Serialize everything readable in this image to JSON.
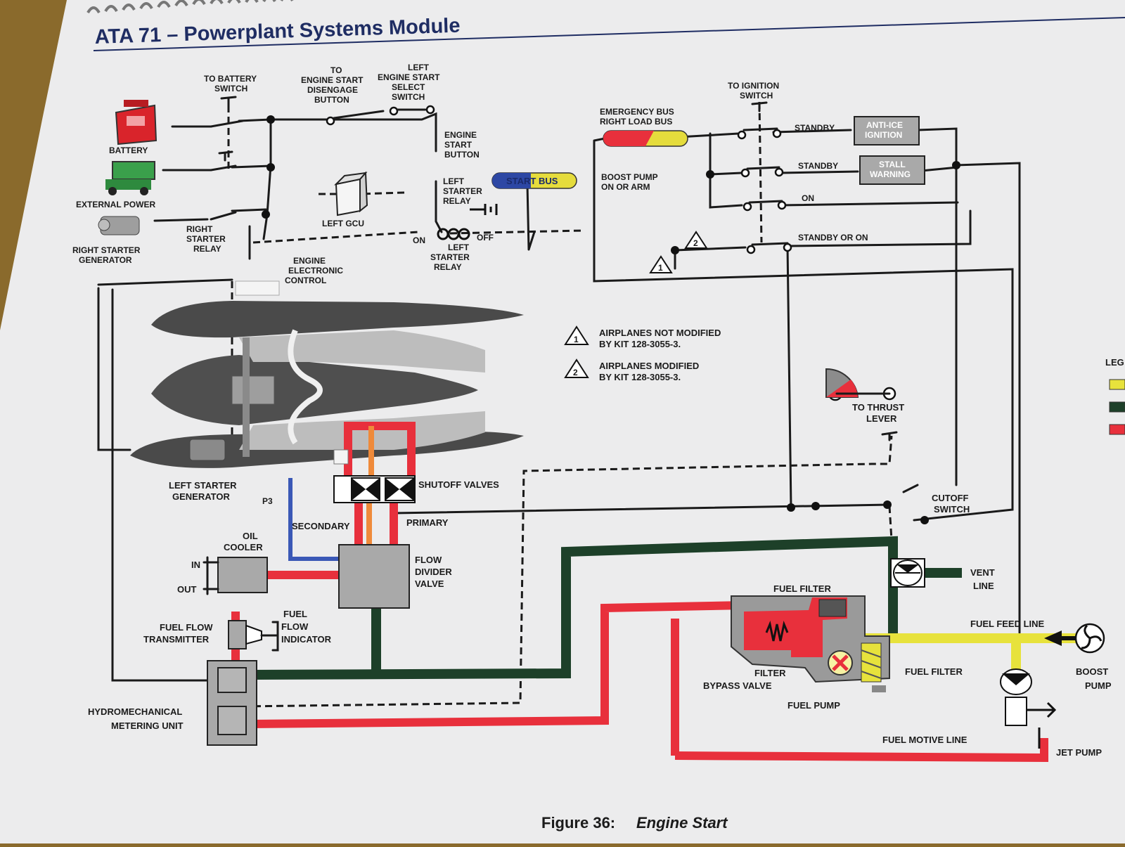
{
  "header": {
    "title": "ATA 71 – Powerplant Systems Module"
  },
  "labels": {
    "to_battery_switch": [
      "TO BATTERY",
      "SWITCH"
    ],
    "to_engine_start_disengage": [
      "TO",
      "ENGINE START",
      "DISENGAGE",
      "BUTTON"
    ],
    "left_engine_start_select": [
      "LEFT",
      "ENGINE START",
      "SELECT",
      "SWITCH"
    ],
    "to_ignition_switch": [
      "TO IGNITION",
      "SWITCH"
    ],
    "battery": "BATTERY",
    "external_power": "EXTERNAL POWER",
    "right_starter_generator": [
      "RIGHT STARTER",
      "GENERATOR"
    ],
    "right_starter_relay": [
      "RIGHT",
      "STARTER",
      "RELAY"
    ],
    "left_gcu": "LEFT GCU",
    "engine_start_button": [
      "ENGINE",
      "START",
      "BUTTON"
    ],
    "left_starter_relay_top": [
      "LEFT",
      "STARTER",
      "RELAY"
    ],
    "left_starter_relay_bottom": [
      "LEFT",
      "STARTER",
      "RELAY"
    ],
    "on": "ON",
    "off": "OFF",
    "start_bus": "START BUS",
    "emergency_bus": [
      "EMERGENCY BUS",
      "RIGHT LOAD BUS"
    ],
    "boost_pump": [
      "BOOST PUMP",
      "ON OR ARM"
    ],
    "standby_1": "STANDBY",
    "standby_2": "STANDBY",
    "on_switch": "ON",
    "standby_or_on": "STANDBY OR ON",
    "anti_ice": [
      "ANTI-ICE",
      "IGNITION"
    ],
    "stall_warning": [
      "STALL",
      "WARNING"
    ],
    "engine_electronic_control": [
      "ENGINE",
      "ELECTRONIC",
      "CONTROL"
    ],
    "note1_symbol": "1",
    "note2_symbol": "2",
    "note1": [
      "AIRPLANES NOT MODIFIED",
      "BY KIT 128-3055-3."
    ],
    "note2": [
      "AIRPLANES MODIFIED",
      "BY KIT 128-3055-3."
    ],
    "to_thrust_lever": [
      "TO THRUST",
      "LEVER"
    ],
    "left_starter_generator": [
      "LEFT STARTER",
      "GENERATOR"
    ],
    "p3": "P3",
    "shutoff_valves": "SHUTOFF VALVES",
    "secondary": "SECONDARY",
    "primary": "PRIMARY",
    "cutoff_switch": [
      "CUTOFF",
      "SWITCH"
    ],
    "oil_cooler": [
      "OIL",
      "COOLER"
    ],
    "in": "IN",
    "out": "OUT",
    "flow_divider_valve": [
      "FLOW",
      "DIVIDER",
      "VALVE"
    ],
    "vent_line": [
      "VENT",
      "LINE"
    ],
    "fuel_filter_top": "FUEL FILTER",
    "fuel_flow_transmitter": [
      "FUEL FLOW",
      "TRANSMITTER"
    ],
    "fuel_flow_indicator": [
      "FUEL",
      "FLOW",
      "INDICATOR"
    ],
    "fuel_feed_line": "FUEL FEED LINE",
    "filter_bypass_valve": [
      "FILTER",
      "BYPASS VALVE"
    ],
    "fuel_filter_right": "FUEL FILTER",
    "fuel_pump": "FUEL PUMP",
    "boost_pump_label": [
      "BOOST",
      "PUMP"
    ],
    "hydromechanical": [
      "HYDROMECHANICAL",
      "METERING UNIT"
    ],
    "fuel_motive_line": "FUEL MOTIVE LINE",
    "jet_pump": "JET PUMP",
    "legend_partial": "LEG"
  },
  "caption": {
    "prefix": "Figure 36:",
    "title": "Engine Start"
  },
  "colors": {
    "paper": "#ededee",
    "heading": "#1f2d63",
    "wire": "#1a1a1a",
    "fuel_green": "#1d4029",
    "fuel_red": "#e8303c",
    "fuel_yellow": "#e7e23c",
    "p3_blue": "#3a58b6",
    "orange": "#ef8a3a"
  }
}
